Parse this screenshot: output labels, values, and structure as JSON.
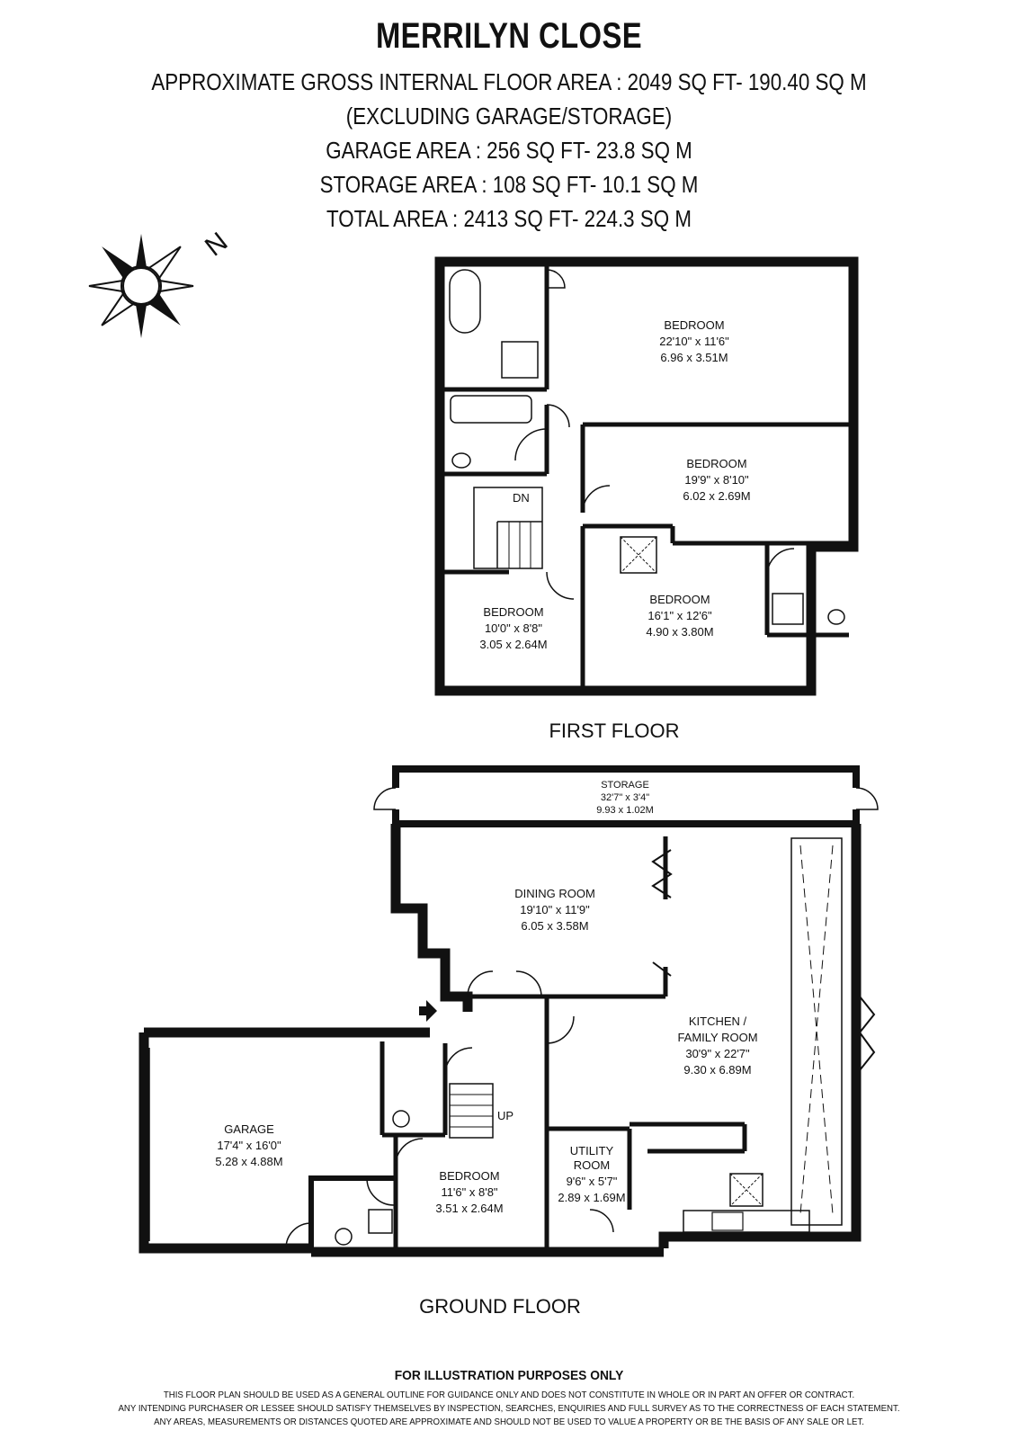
{
  "title": "MERRILYN CLOSE",
  "header_lines": [
    "APPROXIMATE GROSS INTERNAL FLOOR AREA : 2049 SQ FT-  190.40 SQ M",
    "(EXCLUDING GARAGE/STORAGE)",
    "GARAGE  AREA :  256 SQ FT-  23.8 SQ M",
    "STORAGE  AREA :  108 SQ FT-  10.1 SQ M",
    "TOTAL AREA :  2413 SQ FT-  224.3 SQ M"
  ],
  "compass": {
    "north_label": "N"
  },
  "first_floor": {
    "label": "FIRST FLOOR",
    "stairs_label": "DN",
    "rooms": [
      {
        "name": "BEDROOM",
        "imperial": "22'10\" x 11'6\"",
        "metric": "6.96 x 3.51M"
      },
      {
        "name": "BEDROOM",
        "imperial": "19'9\" x 8'10\"",
        "metric": "6.02 x 2.69M"
      },
      {
        "name": "BEDROOM",
        "imperial": "10'0\" x 8'8\"",
        "metric": "3.05 x 2.64M"
      },
      {
        "name": "BEDROOM",
        "imperial": "16'1\" x 12'6\"",
        "metric": "4.90 x 3.80M"
      }
    ]
  },
  "ground_floor": {
    "label": "GROUND FLOOR",
    "stairs_label": "UP",
    "rooms": [
      {
        "name": "STORAGE",
        "imperial": "32'7\" x 3'4\"",
        "metric": "9.93 x 1.02M"
      },
      {
        "name": "DINING ROOM",
        "imperial": "19'10\" x 11'9\"",
        "metric": "6.05 x 3.58M"
      },
      {
        "name": "KITCHEN /",
        "name2": "FAMILY ROOM",
        "imperial": "30'9\" x 22'7\"",
        "metric": "9.30 x 6.89M"
      },
      {
        "name": "GARAGE",
        "imperial": "17'4\" x 16'0\"",
        "metric": "5.28 x 4.88M"
      },
      {
        "name": "BEDROOM",
        "imperial": "11'6\" x 8'8\"",
        "metric": "3.51 x 2.64M"
      },
      {
        "name": "UTILITY",
        "name2": "ROOM",
        "imperial": "9'6\" x 5'7\"",
        "metric": "2.89 x 1.69M"
      }
    ]
  },
  "footer": {
    "heading": "FOR ILLUSTRATION PURPOSES ONLY",
    "lines": [
      "THIS FLOOR PLAN SHOULD BE USED AS A GENERAL OUTLINE FOR GUIDANCE ONLY AND DOES NOT CONSTITUTE IN WHOLE OR IN PART AN OFFER OR CONTRACT.",
      "ANY INTENDING PURCHASER OR LESSEE SHOULD SATISFY THEMSELVES BY INSPECTION, SEARCHES, ENQUIRIES AND FULL SURVEY AS TO THE CORRECTNESS OF EACH STATEMENT.",
      "ANY AREAS, MEASUREMENTS OR DISTANCES QUOTED ARE APPROXIMATE AND SHOULD NOT BE USED TO VALUE A PROPERTY OR BE THE BASIS OF ANY SALE OR LET."
    ]
  },
  "colors": {
    "wall": "#111111",
    "ink": "#111111",
    "background": "#ffffff"
  }
}
